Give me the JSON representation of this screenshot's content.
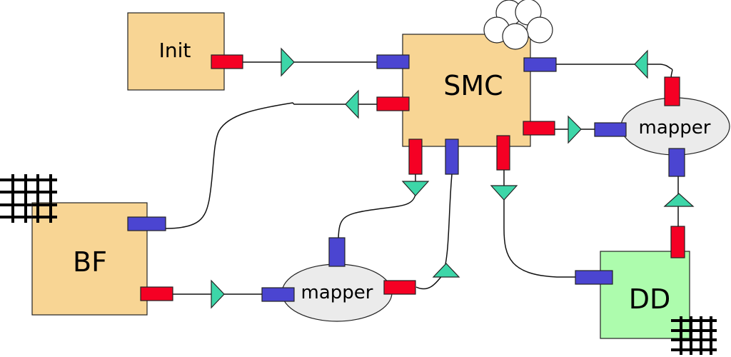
{
  "diagram": {
    "type": "component-dataflow",
    "colors": {
      "component_fill": "#f8d594",
      "dd_fill": "#adfcad",
      "mapper_fill": "#ebebeb",
      "output_port": "#f50024",
      "input_port": "#4b45d1",
      "connector": "#3dd6a8",
      "stroke": "#222222"
    },
    "nodes": [
      {
        "id": "init",
        "label": "Init",
        "kind": "component"
      },
      {
        "id": "smc",
        "label": "SMC",
        "kind": "component",
        "decoration": "cloud"
      },
      {
        "id": "bf",
        "label": "BF",
        "kind": "component",
        "decoration": "grid"
      },
      {
        "id": "dd",
        "label": "DD",
        "kind": "component",
        "decoration": "grid"
      },
      {
        "id": "mapper_right",
        "label": "mapper",
        "kind": "mapper"
      },
      {
        "id": "mapper_bottom",
        "label": "mapper",
        "kind": "mapper"
      }
    ],
    "edges": [
      {
        "from": "init.out",
        "to": "smc.in_top_left"
      },
      {
        "from": "smc.out_left",
        "to": "bf.in"
      },
      {
        "from": "smc.out_right",
        "to": "mapper_right.in_left"
      },
      {
        "from": "mapper_right.out_top",
        "to": "smc.in_right"
      },
      {
        "from": "dd.out_top",
        "to": "mapper_right.in_bottom"
      },
      {
        "from": "smc.out_bottom_right",
        "to": "dd.in_left"
      },
      {
        "from": "smc.out_bottom_left",
        "to": "mapper_bottom.in_top"
      },
      {
        "from": "mapper_bottom.out_right",
        "to": "smc.in_bottom"
      },
      {
        "from": "bf.out",
        "to": "mapper_bottom.in_left"
      }
    ]
  }
}
